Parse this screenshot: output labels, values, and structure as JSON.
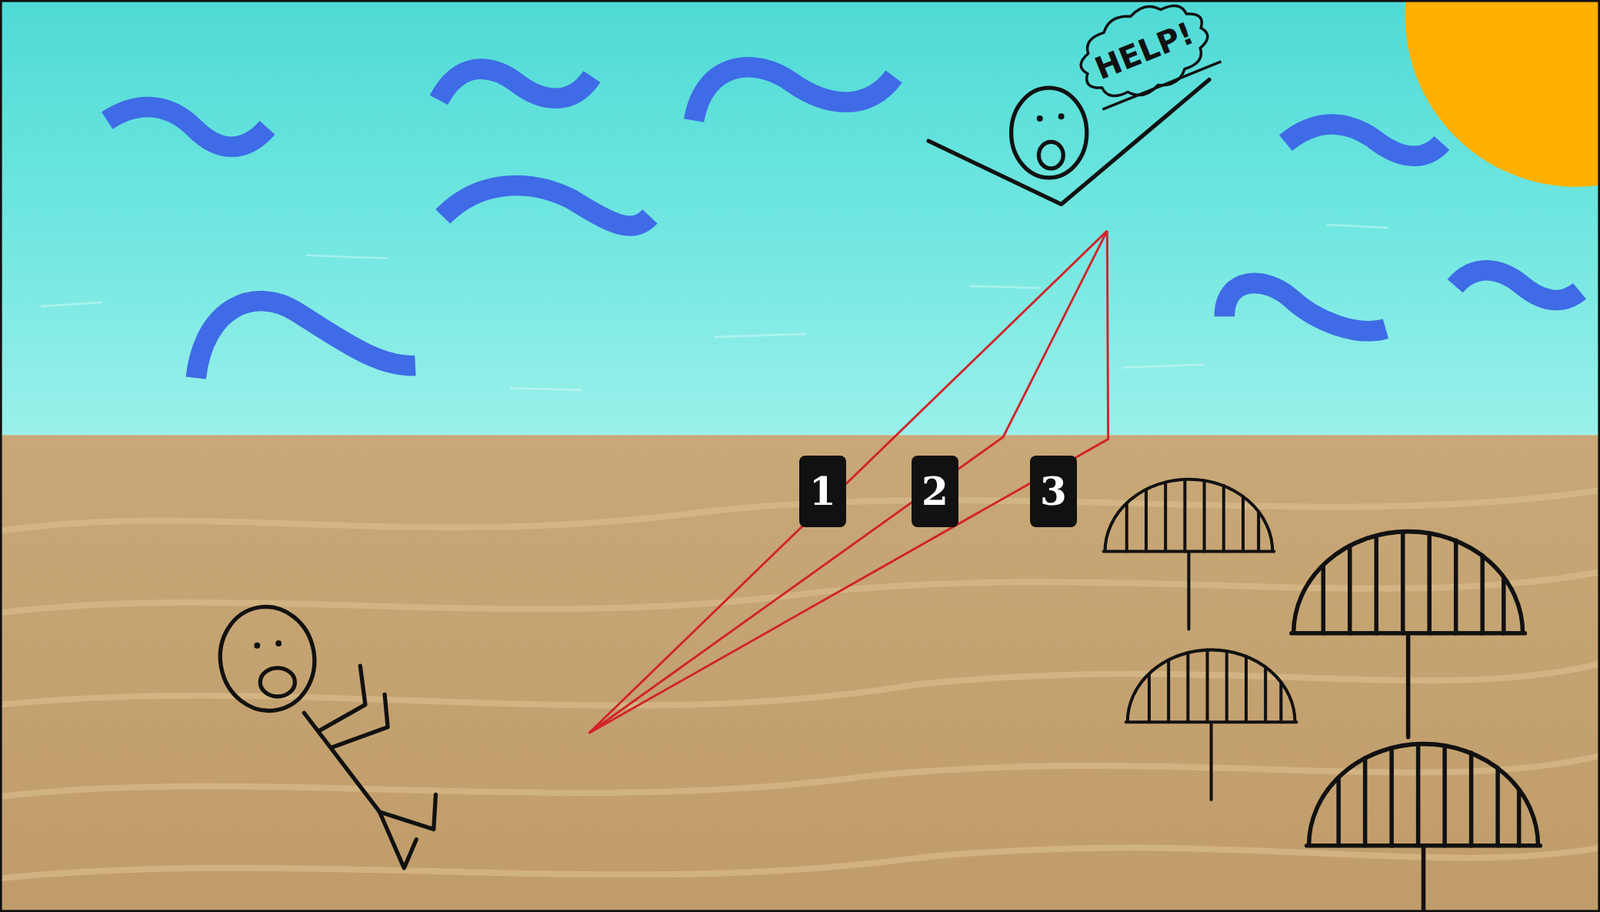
{
  "diagram": {
    "nodes": [
      {
        "text": [
          "HELP!"
        ]
      },
      {
        "text": [
          "1"
        ]
      },
      {
        "text": [
          "2"
        ]
      },
      {
        "text": [
          "3"
        ]
      }
    ]
  }
}
